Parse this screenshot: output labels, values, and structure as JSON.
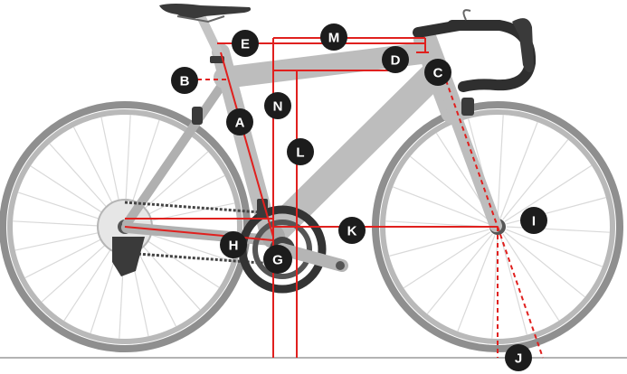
{
  "diagram": {
    "colors": {
      "frame": "#bdbdbd",
      "frame_shade": "#a9a9a9",
      "tire": "#8f8f8f",
      "rim": "#b9b9b9",
      "spoke": "#d9d9d9",
      "dark_parts": "#3a3a3a",
      "measure": "#e0201e",
      "badge_bg": "#1c1c1c",
      "badge_text": "#ffffff",
      "ground": "#9a9a9a"
    },
    "labels": {
      "A": "A",
      "B": "B",
      "C": "C",
      "D": "D",
      "E": "E",
      "G": "G",
      "H": "H",
      "I": "I",
      "J": "J",
      "K": "K",
      "L": "L",
      "M": "M",
      "N": "N"
    }
  }
}
